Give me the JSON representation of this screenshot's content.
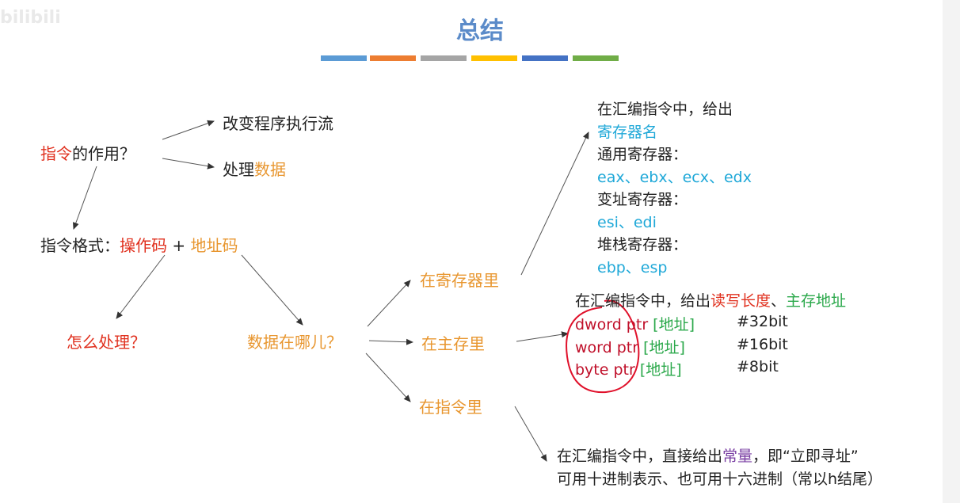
{
  "watermark": "bilibili",
  "title": "总结",
  "band_colors": [
    "#5b9bd5",
    "#ed7d31",
    "#a5a5a5",
    "#ffc000",
    "#4472c4",
    "#70ad47"
  ],
  "nodes": {
    "role": {
      "a": "指令",
      "b": "的作用？"
    },
    "change_flow": "改变程序执行流",
    "process": {
      "a": "处理",
      "b": "数据"
    },
    "format": {
      "a": "指令格式：",
      "b": "操作码",
      "c": " + ",
      "d": "地址码"
    },
    "how": "怎么处理？",
    "where": "数据在哪儿？",
    "in_reg": "在寄存器里",
    "in_mem": "在主存里",
    "in_instr": "在指令里"
  },
  "reg_box": {
    "line1": {
      "a": "在汇编指令中，给出",
      "b": "寄存器名"
    },
    "line2": {
      "a": "通用寄存器：",
      "b": "eax、ebx、ecx、edx"
    },
    "line3": {
      "a": "变址寄存器：",
      "b": "esi、edi"
    },
    "line4": {
      "a": "堆栈寄存器：",
      "b": "ebp、esp"
    }
  },
  "mem_box": {
    "line1": {
      "a": "在汇编指令中，给出",
      "b": "读写长度",
      "c": "、",
      "d": "主存地址"
    },
    "rows": [
      {
        "ptr": "dword ptr ",
        "addr": "[地址]",
        "bits": "#32bit"
      },
      {
        "ptr": "word ptr ",
        "addr": "[地址]",
        "bits": "#16bit"
      },
      {
        "ptr": "byte ptr ",
        "addr": "[地址]",
        "bits": "#8bit"
      }
    ]
  },
  "imm_box": {
    "line1": {
      "a": "在汇编指令中，直接给出",
      "b": "常量",
      "c": "，即“立即寻址”"
    },
    "line2": "可用十进制表示、也可用十六进制（常以h结尾）"
  }
}
